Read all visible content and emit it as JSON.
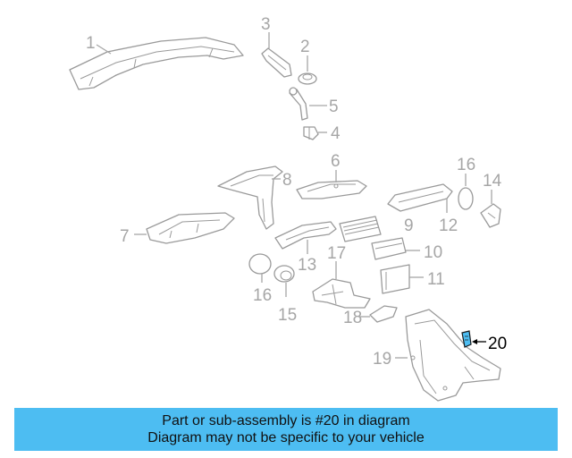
{
  "diagram": {
    "highlighted_part": "20",
    "colors": {
      "callout": "#a6a6a6",
      "highlight": "#000000",
      "highlight_fill": "#4dbdf2",
      "banner": "#4dbdf2"
    },
    "callouts": {
      "c1": "1",
      "c2": "2",
      "c3": "3",
      "c4": "4",
      "c5": "5",
      "c6": "6",
      "c7": "7",
      "c8": "8",
      "c9": "9",
      "c10": "10",
      "c11": "11",
      "c12": "12",
      "c13": "13",
      "c14": "14",
      "c15": "15",
      "c16a": "16",
      "c16b": "16",
      "c17": "17",
      "c18": "18",
      "c19": "19",
      "c20": "20"
    }
  },
  "banner": {
    "line1": "Part or sub-assembly is #20 in diagram",
    "line2": "Diagram may not be specific to your vehicle"
  }
}
